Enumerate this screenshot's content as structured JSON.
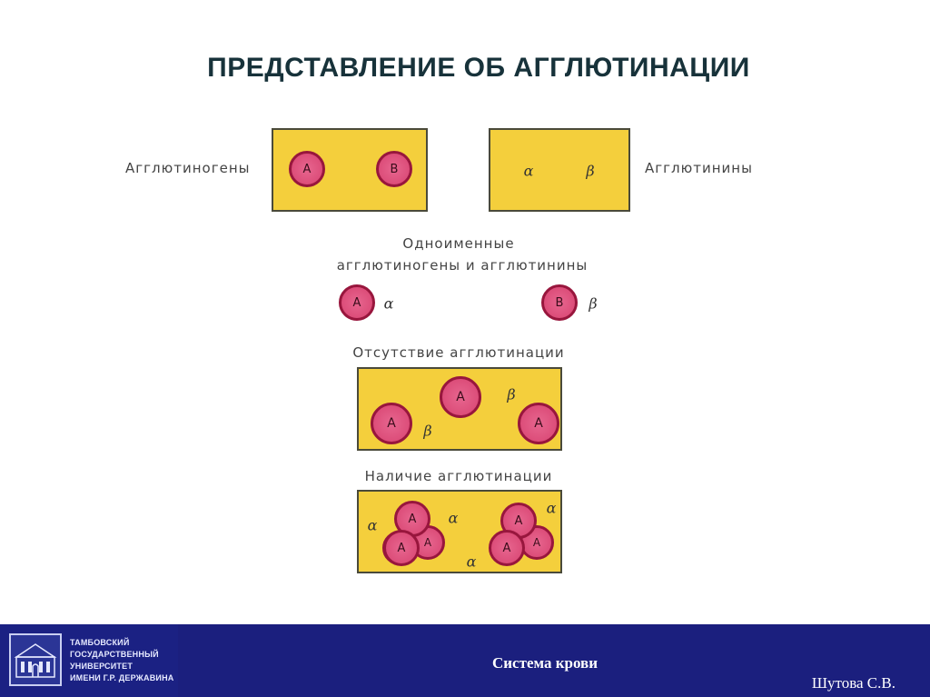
{
  "title": "ПРЕДСТАВЛЕНИЕ ОБ АГГЛЮТИНАЦИИ",
  "labels": {
    "agglutinogens": "Агглютиногены",
    "agglutinins": "Агглютинины",
    "same_name_line1": "Одноименные",
    "same_name_line2": "агглютиногены  и агглютинины",
    "absence": "Отсутствие агглютинации",
    "presence": "Наличие  агглютинации"
  },
  "symbols": {
    "antigen_a": "A",
    "antigen_b": "B",
    "alpha": "α",
    "beta": "β"
  },
  "colors": {
    "box_fill": "#f4cf3c",
    "cell_fill": "#dd4f7b",
    "cell_border": "#98163d",
    "footer_bg": "#1b1f7e"
  },
  "footer": {
    "university_line1": "ТАМБОВСКИЙ",
    "university_line2": "ГОСУДАРСТВЕННЫЙ",
    "university_line3": "УНИВЕРСИТЕТ",
    "university_line4": "ИМЕНИ Г.Р. ДЕРЖАВИНА",
    "section": "Система крови",
    "author": "Шутова С.В."
  }
}
